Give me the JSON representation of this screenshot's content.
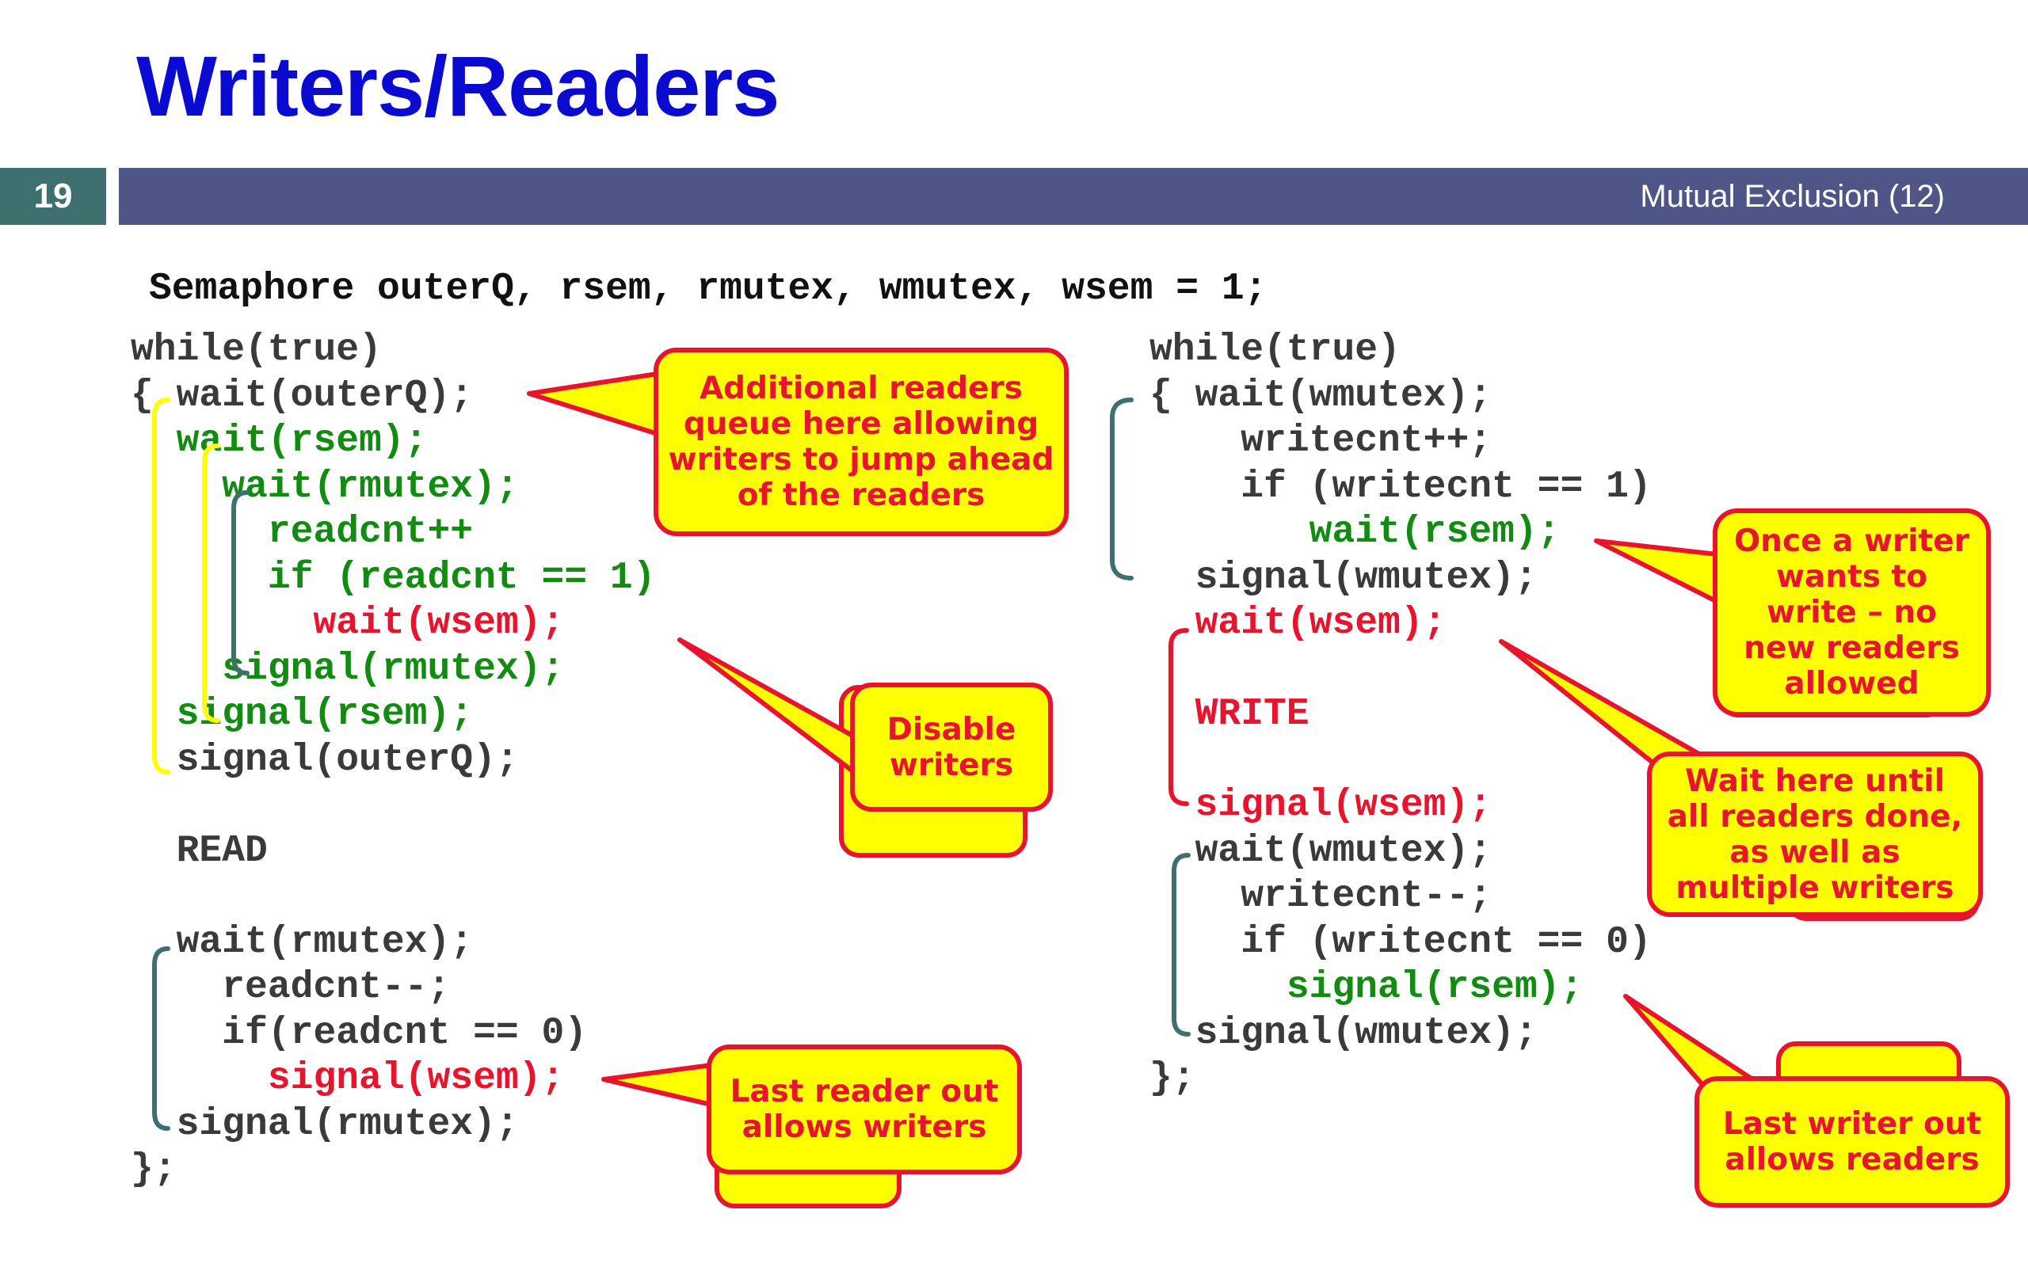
{
  "slide": {
    "title": "Writers/Readers",
    "number": "19",
    "subtitle": "Mutual Exclusion (12)"
  },
  "declaration": "Semaphore outerQ, rsem, rmutex, wmutex, wsem = 1;",
  "reader": {
    "lines": [
      "while(true)",
      "{ wait(outerQ);",
      "  wait(rsem);",
      "    wait(rmutex);",
      "      readcnt++",
      "      if (readcnt == 1)",
      "        wait(wsem);",
      "    signal(rmutex);",
      "  signal(rsem);",
      "  signal(outerQ);",
      "",
      "  READ",
      "",
      "  wait(rmutex);",
      "    readcnt--;",
      "    if(readcnt == 0)",
      "      signal(wsem);",
      "  signal(rmutex);",
      "};"
    ]
  },
  "writer": {
    "lines": [
      "while(true)",
      "{ wait(wmutex);",
      "    writecnt++;",
      "    if (writecnt == 1)",
      "       wait(rsem);",
      "  signal(wmutex);",
      "  wait(wsem);",
      "",
      "  WRITE",
      "",
      "  signal(wsem);",
      "  wait(wmutex);",
      "    writecnt--;",
      "    if (writecnt == 0)",
      "      signal(rsem);",
      "  signal(wmutex);",
      "};"
    ]
  },
  "callouts": {
    "additional_readers": "Additional readers queue here allowing writers to jump ahead of the readers",
    "disable_writers": "Disable writers",
    "last_reader": "Last reader out allows writers",
    "once_writer": "Once a writer wants to write – no new readers allowed",
    "wait_here": "Wait here until all readers done, as well as multiple writers",
    "last_writer": "Last writer out allows readers"
  },
  "colors": {
    "title": "#0a0ad0",
    "bar": "#505587",
    "slide_number_bg": "#3f7070",
    "code_default": "#3a3a3a",
    "code_green": "#118c11",
    "code_red": "#e8142e",
    "callout_fill": "#ffff00",
    "callout_border": "#e8142e",
    "bracket_yellow": "#ffff00",
    "bracket_teal": "#3f7070"
  }
}
